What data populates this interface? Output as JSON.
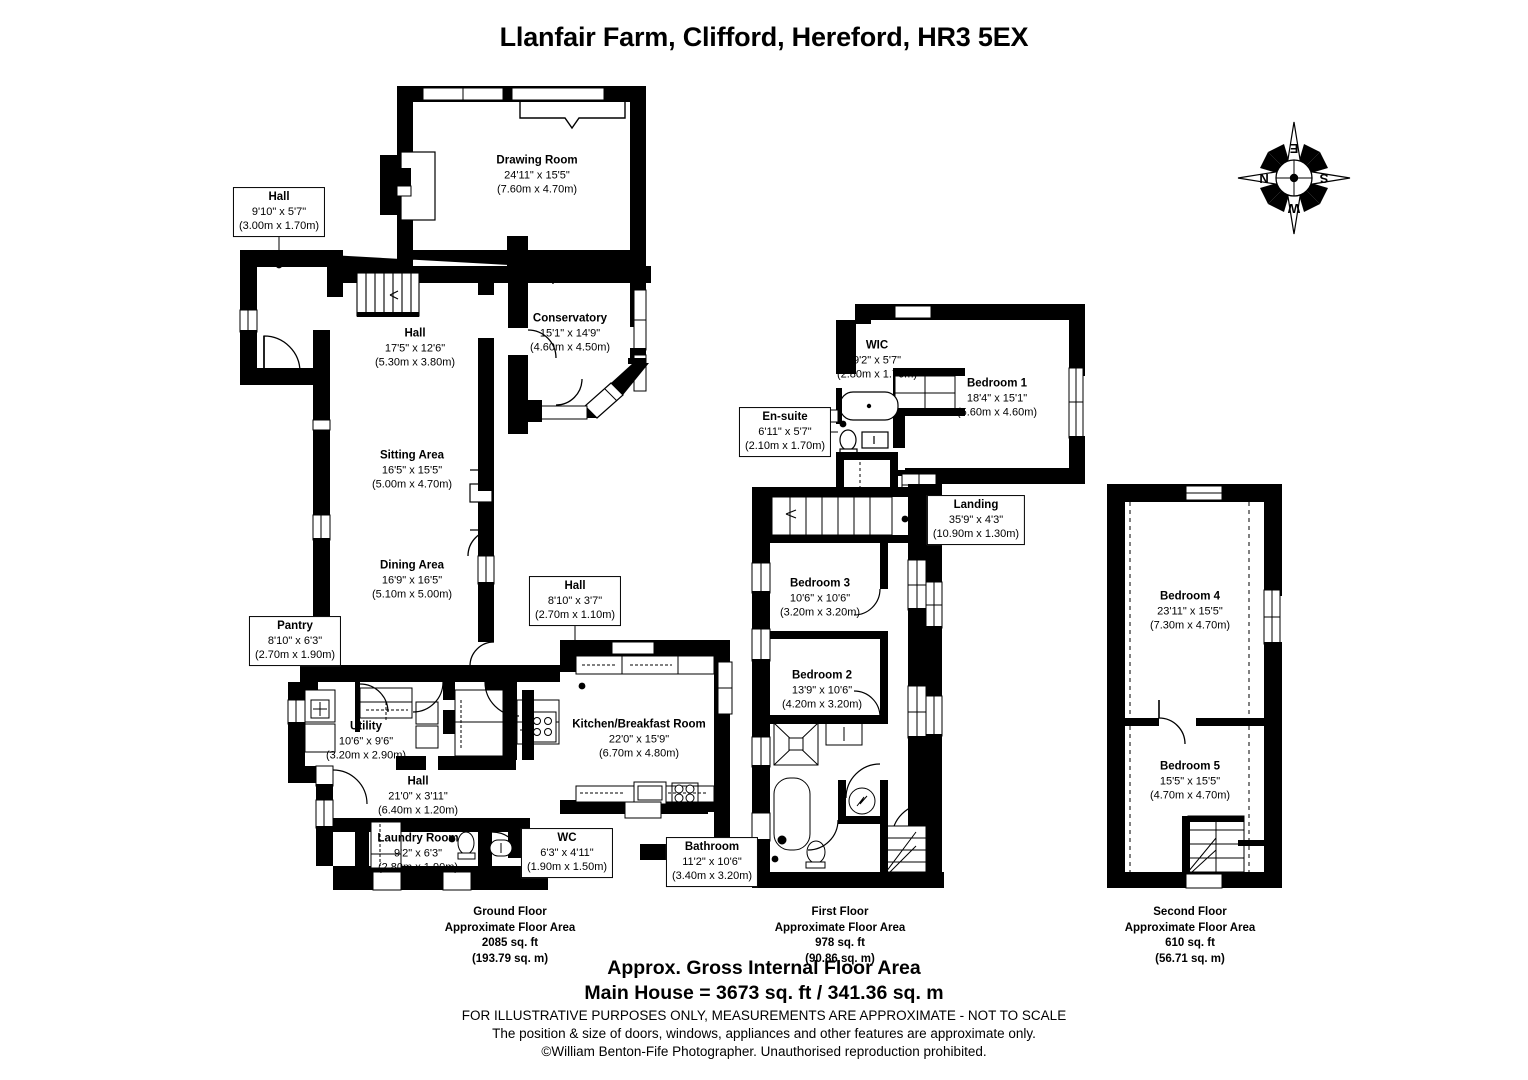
{
  "title": "Llanfair Farm, Clifford, Hereford, HR3 5EX",
  "compass": {
    "name": "compass-rose",
    "labels": {
      "top": "E",
      "left": "N",
      "right": "S",
      "bottom": "W"
    }
  },
  "floors": [
    {
      "id": "ground",
      "caption": {
        "line1": "Ground Floor",
        "line2": "Approximate Floor Area",
        "line3": "2085 sq. ft",
        "line4": "(193.79 sq. m)"
      },
      "rooms": [
        {
          "name": "Drawing Room",
          "imperial": "24'11\" x 15'5\"",
          "metric": "(7.60m x 4.70m)",
          "boxed": false
        },
        {
          "name": "Hall",
          "imperial": "9'10\" x 5'7\"",
          "metric": "(3.00m x 1.70m)",
          "boxed": true
        },
        {
          "name": "Conservatory",
          "imperial": "15'1\" x 14'9\"",
          "metric": "(4.60m x 4.50m)",
          "boxed": false
        },
        {
          "name": "Hall",
          "imperial": "17'5\" x 12'6\"",
          "metric": "(5.30m x 3.80m)",
          "boxed": false
        },
        {
          "name": "Sitting Area",
          "imperial": "16'5\" x 15'5\"",
          "metric": "(5.00m x 4.70m)",
          "boxed": false
        },
        {
          "name": "Dining Area",
          "imperial": "16'9\" x 16'5\"",
          "metric": "(5.10m x 5.00m)",
          "boxed": false
        },
        {
          "name": "Hall",
          "imperial": "8'10\" x 3'7\"",
          "metric": "(2.70m x 1.10m)",
          "boxed": true
        },
        {
          "name": "Pantry",
          "imperial": "8'10\" x 6'3\"",
          "metric": "(2.70m x 1.90m)",
          "boxed": true
        },
        {
          "name": "Utility",
          "imperial": "10'6\" x 9'6\"",
          "metric": "(3.20m x 2.90m)",
          "boxed": false
        },
        {
          "name": "Kitchen/Breakfast Room",
          "imperial": "22'0\" x 15'9\"",
          "metric": "(6.70m x 4.80m)",
          "boxed": false
        },
        {
          "name": "Hall",
          "imperial": "21'0\" x 3'11\"",
          "metric": "(6.40m x 1.20m)",
          "boxed": false
        },
        {
          "name": "Laundry Room",
          "imperial": "9'2\" x 6'3\"",
          "metric": "(2.80m x 1.90m)",
          "boxed": false
        },
        {
          "name": "WC",
          "imperial": "6'3\" x 4'11\"",
          "metric": "(1.90m x 1.50m)",
          "boxed": true
        },
        {
          "name": "Bathroom",
          "imperial": "11'2\" x 10'6\"",
          "metric": "(3.40m x 3.20m)",
          "boxed": true
        }
      ]
    },
    {
      "id": "first",
      "caption": {
        "line1": "First Floor",
        "line2": "Approximate Floor Area",
        "line3": "978 sq. ft",
        "line4": "(90.86 sq. m)"
      },
      "rooms": [
        {
          "name": "WIC",
          "imperial": "9'2\" x 5'7\"",
          "metric": "(2.80m x 1.70m)",
          "boxed": false
        },
        {
          "name": "Bedroom 1",
          "imperial": "18'4\" x 15'1\"",
          "metric": "(5.60m x 4.60m)",
          "boxed": false
        },
        {
          "name": "En-suite",
          "imperial": "6'11\" x 5'7\"",
          "metric": "(2.10m x 1.70m)",
          "boxed": true
        },
        {
          "name": "Landing",
          "imperial": "35'9\" x 4'3\"",
          "metric": "(10.90m x 1.30m)",
          "boxed": true
        },
        {
          "name": "Bedroom 3",
          "imperial": "10'6\" x 10'6\"",
          "metric": "(3.20m x 3.20m)",
          "boxed": false
        },
        {
          "name": "Bedroom 2",
          "imperial": "13'9\" x 10'6\"",
          "metric": "(4.20m x 3.20m)",
          "boxed": false
        }
      ]
    },
    {
      "id": "second",
      "caption": {
        "line1": "Second Floor",
        "line2": "Approximate Floor Area",
        "line3": "610 sq. ft",
        "line4": "(56.71 sq. m)"
      },
      "rooms": [
        {
          "name": "Bedroom 4",
          "imperial": "23'11\" x 15'5\"",
          "metric": "(7.30m x 4.70m)",
          "boxed": false
        },
        {
          "name": "Bedroom 5",
          "imperial": "15'5\" x 15'5\"",
          "metric": "(4.70m x 4.70m)",
          "boxed": false
        }
      ]
    }
  ],
  "footer": {
    "gross_area_label": "Approx. Gross Internal Floor Area",
    "main_house": "Main House = 3673 sq. ft / 341.36 sq. m",
    "disclaimer1": "FOR ILLUSTRATIVE PURPOSES ONLY, MEASUREMENTS ARE APPROXIMATE - NOT TO SCALE",
    "disclaimer2": "The position & size of doors, windows, appliances and other features are approximate only.",
    "copyright": "©William Benton-Fife Photographer. Unauthorised reproduction prohibited."
  }
}
